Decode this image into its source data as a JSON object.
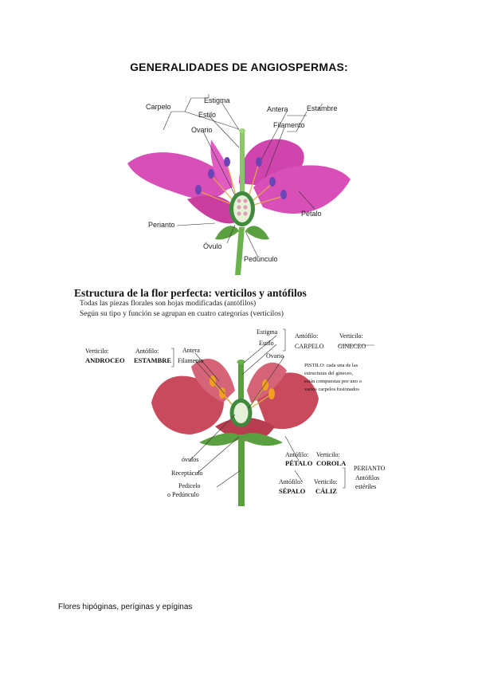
{
  "title": "GENERALIDADES DE ANGIOSPERMAS:",
  "figure1": {
    "labels": {
      "carpelo": "Carpelo",
      "estigma": "Estigma",
      "estilo": "Estilo",
      "ovario": "Ovario",
      "antera": "Antera",
      "estambre": "Estambre",
      "filamento": "Filamento",
      "petalo": "Pétalo",
      "perianto": "Perianto",
      "ovulo": "Óvulo",
      "pedunculo": "Pedúnculo"
    }
  },
  "figure2": {
    "heading": "Estructura de la flor perfecta: verticilos y antófilos",
    "line1": "Todas las piezas florales son hojas modificadas (antófilos)",
    "line2": "Según su tipo y función se agrupan en cuatro categorías (verticilos)",
    "labels": {
      "verticilo": "Verticilo:",
      "androceo": "ANDROCEO",
      "antofilo": "Antófilo:",
      "estambre": "ESTAMBRE",
      "antera": "Antera",
      "filamento": "Filamento",
      "estigma": "Estigma",
      "estilo": "Estilo",
      "ovario": "Ovario",
      "carpelo": "CARPELO",
      "gineceo": "GINECEO",
      "pistilo1": "PISTILO: cada una de las",
      "pistilo2": "estructuras del gineceo,",
      "pistilo3": "están compuestas por uno o",
      "pistilo4": "varios carpelos fusionados",
      "ovulos": "óvulos",
      "receptaculo": "Receptáculo",
      "pedicelo": "Pedicelo",
      "pedunculo": "o Pedúnculo",
      "petalo": "PÉTALO",
      "corola": "COROLA",
      "sepalo": "SÉPALO",
      "caliz": "CÁLIZ",
      "perianto": "PERIANTO",
      "antofilos": "Antófilos",
      "esteriles": "estériles"
    }
  },
  "footer": "Flores hipóginas, períginas y epíginas",
  "colors": {
    "petal_pink": "#d94fb8",
    "petal_red": "#c94a5c",
    "green": "#5aa040"
  }
}
